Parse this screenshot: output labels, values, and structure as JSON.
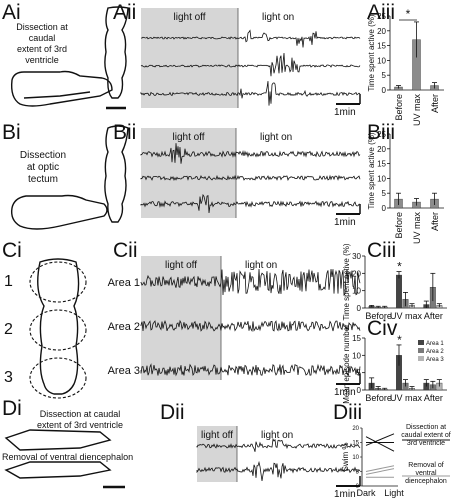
{
  "panel_labels": {
    "Ai": "Ai",
    "Aii": "Aii",
    "Aiii": "Aiii",
    "Bi": "Bi",
    "Bii": "Bii",
    "Biii": "Biii",
    "Ci": "Ci",
    "Cii": "Cii",
    "Ciii": "Ciii",
    "Civ": "Civ",
    "Di": "Di",
    "Dii": "Dii",
    "Diii": "Diii"
  },
  "A": {
    "caption_line1": "Dissection at",
    "caption_line2": "caudal",
    "caption_line3": "extent of 3rd",
    "caption_line4": "ventricle",
    "light_off": "light off",
    "light_on": "light on",
    "scale": "1min"
  },
  "B": {
    "caption_line1": "Dissection",
    "caption_line2": "at optic",
    "caption_line3": "tectum",
    "light_off": "light off",
    "light_on": "light on",
    "scale": "1min"
  },
  "C": {
    "areas": [
      "1",
      "2",
      "3"
    ],
    "trace_labels": [
      "Area 1",
      "Area 2",
      "Area 3"
    ],
    "light_off": "light off",
    "light_on": "light on",
    "scale": "1min"
  },
  "D": {
    "caption_top1": "Dissection at caudal",
    "caption_top2": "extent of 3rd ventricle",
    "caption_bottom": "Removal of ventral diencephalon",
    "light_off": "light off",
    "light_on": "light on",
    "scale": "1min",
    "legend_a1": "Dissection at",
    "legend_a2": "caudal extent of",
    "legend_a3": "3rd ventricle",
    "legend_b1": "Removal of",
    "legend_b2": "ventral",
    "legend_b3": "diencephalon"
  },
  "colors": {
    "stim_off": "#d6d6d6",
    "bar_grey": "#8c8c8c",
    "area1": "#444444",
    "area2": "#7a7a7a",
    "area3": "#b5b5b5"
  },
  "chart_data": [
    {
      "id": "Aiii",
      "type": "bar",
      "categories": [
        "Before",
        "UV max",
        "After"
      ],
      "values": [
        1,
        17,
        1.5
      ],
      "errors": [
        0.5,
        6,
        1
      ],
      "ylabel": "Time spent active (%)",
      "ylim": [
        0,
        25
      ],
      "yticks": [
        0,
        5,
        10,
        15,
        20,
        25
      ],
      "significance": "*"
    },
    {
      "id": "Biii",
      "type": "bar",
      "categories": [
        "Before",
        "UV max",
        "After"
      ],
      "values": [
        3,
        2,
        3
      ],
      "errors": [
        2,
        1.2,
        2
      ],
      "ylabel": "Time spent active (%)",
      "ylim": [
        0,
        25
      ],
      "yticks": [
        0,
        5,
        10,
        15,
        20,
        25
      ]
    },
    {
      "id": "Ciii",
      "type": "bar",
      "categories": [
        "Before",
        "UV max",
        "After"
      ],
      "series": [
        {
          "name": "Area 1",
          "values": [
            1,
            19,
            2
          ]
        },
        {
          "name": "Area 2",
          "values": [
            0.5,
            5,
            12
          ]
        },
        {
          "name": "Area 3",
          "values": [
            0.5,
            1.5,
            1.5
          ]
        }
      ],
      "errors": [
        [
          0.5,
          2,
          2
        ],
        [
          0.5,
          4,
          8
        ],
        [
          0.5,
          1,
          1
        ]
      ],
      "ylabel": "Time spent active (%)",
      "ylim": [
        0,
        30
      ],
      "yticks": [
        0,
        10,
        20,
        30
      ],
      "significance": "*"
    },
    {
      "id": "Civ",
      "type": "bar",
      "categories": [
        "Before",
        "UV max",
        "After"
      ],
      "series": [
        {
          "name": "Area 1",
          "values": [
            2,
            10,
            2
          ]
        },
        {
          "name": "Area 2",
          "values": [
            0.5,
            2,
            1.5
          ]
        },
        {
          "name": "Area 3",
          "values": [
            0.2,
            0.5,
            2
          ]
        }
      ],
      "errors": [
        [
          1.5,
          3,
          1
        ],
        [
          0.5,
          1,
          1
        ],
        [
          0.3,
          0.5,
          1
        ]
      ],
      "ylabel": "Mean episode number",
      "ylim": [
        0,
        15
      ],
      "yticks": [
        0,
        5,
        10,
        15
      ],
      "significance": "*"
    },
    {
      "id": "Diii",
      "type": "line",
      "categories": [
        "Dark",
        "Light"
      ],
      "series": [
        {
          "name": "Dissection at caudal extent of 3rd ventricle",
          "values": [
            [
              1,
              14
            ],
            [
              1,
              18
            ],
            [
              2,
              17
            ],
            [
              1,
              12
            ],
            [
              2,
              15
            ]
          ]
        },
        {
          "name": "Removal of ventral diencephalon",
          "values": [
            [
              1,
              4
            ],
            [
              2,
              6
            ],
            [
              1,
              5
            ],
            [
              2,
              7
            ],
            [
              1,
              3
            ]
          ]
        }
      ],
      "ylabel": "Swim %",
      "ylim": [
        0,
        20
      ],
      "yticks": [
        0,
        5,
        10,
        15,
        20
      ]
    }
  ]
}
